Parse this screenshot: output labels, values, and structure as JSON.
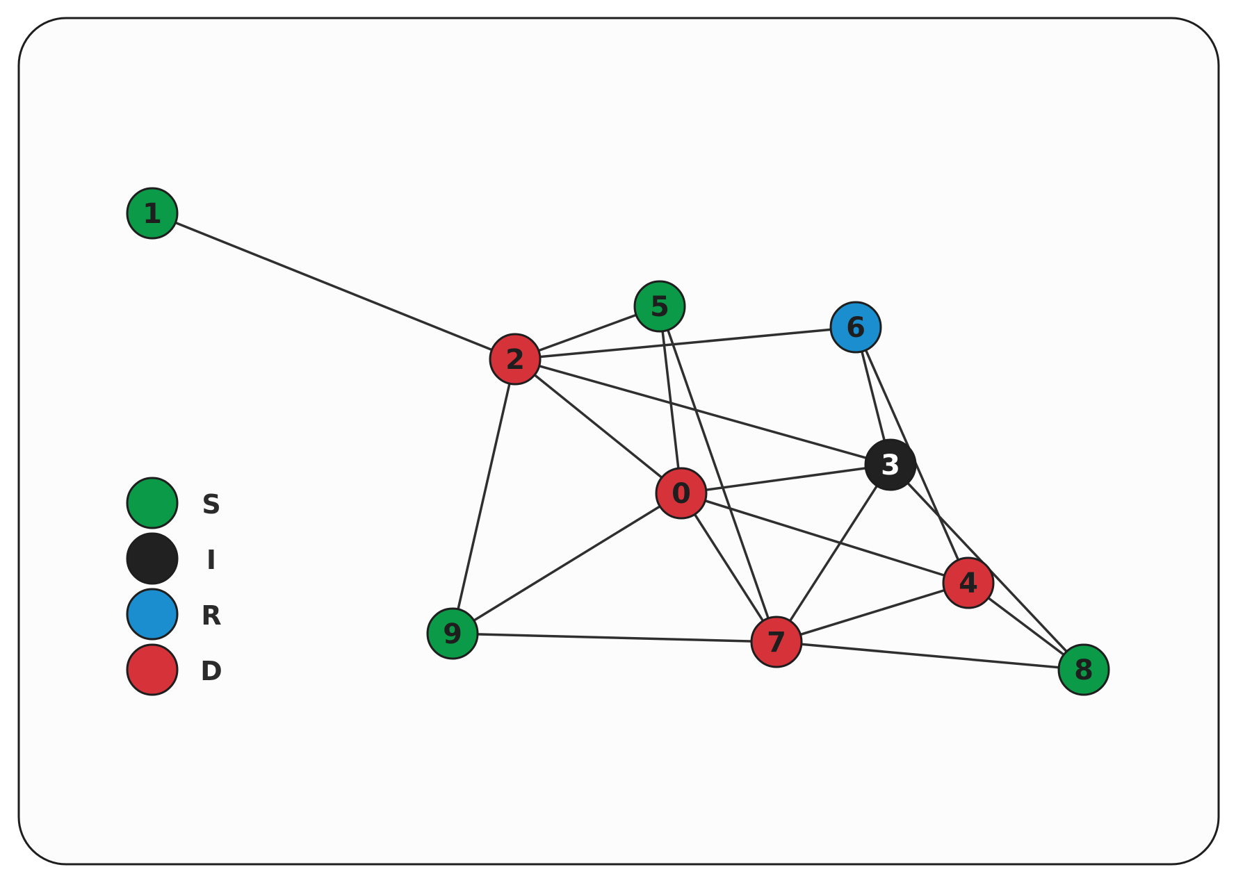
{
  "colors": {
    "S": "#0b9b48",
    "I": "#212121",
    "R": "#1a8ecf",
    "D": "#d6323a",
    "edge": "#2f2f2f",
    "panel": "#fcfcfc",
    "border": "#1e1e1e"
  },
  "legend": [
    {
      "state": "S",
      "label": "S"
    },
    {
      "state": "I",
      "label": "I"
    },
    {
      "state": "R",
      "label": "R"
    },
    {
      "state": "D",
      "label": "D"
    }
  ],
  "nodes": [
    {
      "id": "0",
      "label": "0",
      "state": "D"
    },
    {
      "id": "1",
      "label": "1",
      "state": "S"
    },
    {
      "id": "2",
      "label": "2",
      "state": "D"
    },
    {
      "id": "3",
      "label": "3",
      "state": "I"
    },
    {
      "id": "4",
      "label": "4",
      "state": "D"
    },
    {
      "id": "5",
      "label": "5",
      "state": "S"
    },
    {
      "id": "6",
      "label": "6",
      "state": "R"
    },
    {
      "id": "7",
      "label": "7",
      "state": "D"
    },
    {
      "id": "8",
      "label": "8",
      "state": "S"
    },
    {
      "id": "9",
      "label": "9",
      "state": "S"
    }
  ],
  "edges": [
    [
      "1",
      "2"
    ],
    [
      "2",
      "5"
    ],
    [
      "2",
      "6"
    ],
    [
      "2",
      "3"
    ],
    [
      "2",
      "0"
    ],
    [
      "2",
      "9"
    ],
    [
      "5",
      "0"
    ],
    [
      "5",
      "7"
    ],
    [
      "6",
      "3"
    ],
    [
      "6",
      "4"
    ],
    [
      "3",
      "0"
    ],
    [
      "3",
      "7"
    ],
    [
      "3",
      "8"
    ],
    [
      "0",
      "4"
    ],
    [
      "0",
      "7"
    ],
    [
      "0",
      "9"
    ],
    [
      "9",
      "7"
    ],
    [
      "7",
      "4"
    ],
    [
      "7",
      "8"
    ],
    [
      "4",
      "8"
    ]
  ]
}
